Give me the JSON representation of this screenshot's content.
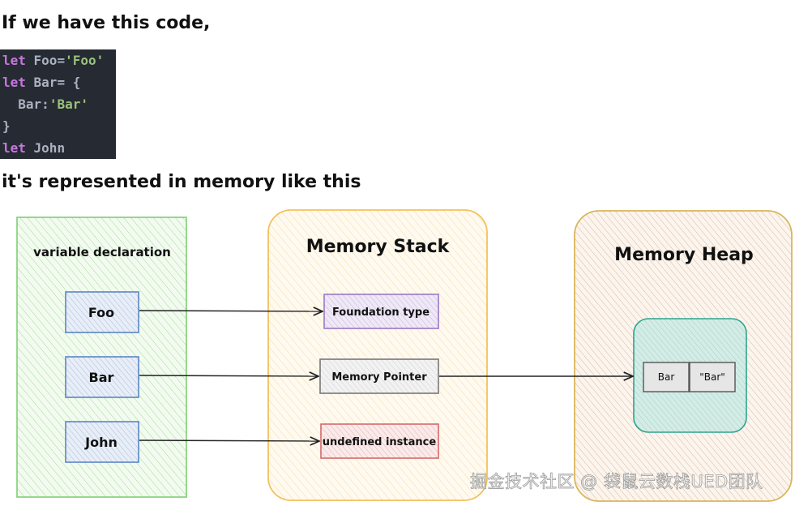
{
  "intro_text": "If we have this code,",
  "outro_text": "it's represented in memory like this",
  "code": {
    "lines": [
      [
        {
          "t": "let",
          "c": "kw"
        },
        {
          "t": " Foo",
          "c": "id"
        },
        {
          "t": "=",
          "c": "op"
        },
        {
          "t": "'Foo'",
          "c": "str"
        }
      ],
      [
        {
          "t": "let",
          "c": "kw"
        },
        {
          "t": " Bar",
          "c": "id"
        },
        {
          "t": "= {",
          "c": "op"
        }
      ],
      [
        {
          "t": "  Bar",
          "c": "id"
        },
        {
          "t": ":",
          "c": "op"
        },
        {
          "t": "'Bar'",
          "c": "str"
        }
      ],
      [
        {
          "t": "}",
          "c": "op"
        }
      ],
      [
        {
          "t": "let",
          "c": "kw"
        },
        {
          "t": " John",
          "c": "id"
        }
      ]
    ]
  },
  "diagram": {
    "declaration": {
      "title": "variable declaration",
      "items": [
        "Foo",
        "Bar",
        "John"
      ]
    },
    "stack": {
      "title": "Memory Stack",
      "items": [
        "Foundation type",
        "Memory Pointer",
        "undefined instance"
      ]
    },
    "heap": {
      "title": "Memory Heap",
      "object": {
        "key": "Bar",
        "value": "\"Bar\""
      }
    }
  },
  "colors": {
    "declaration": "#7fcf72",
    "stack": "#f3c15c",
    "heap": "#d9b65a",
    "var_box": "#5b86c4",
    "foundation": "#9b79c4",
    "pointer": "#777777",
    "undefined": "#d46a6a",
    "heap_object": "#2fa38e"
  },
  "watermark": "掘金技术社区 @ 袋鼠云数栈UED团队"
}
